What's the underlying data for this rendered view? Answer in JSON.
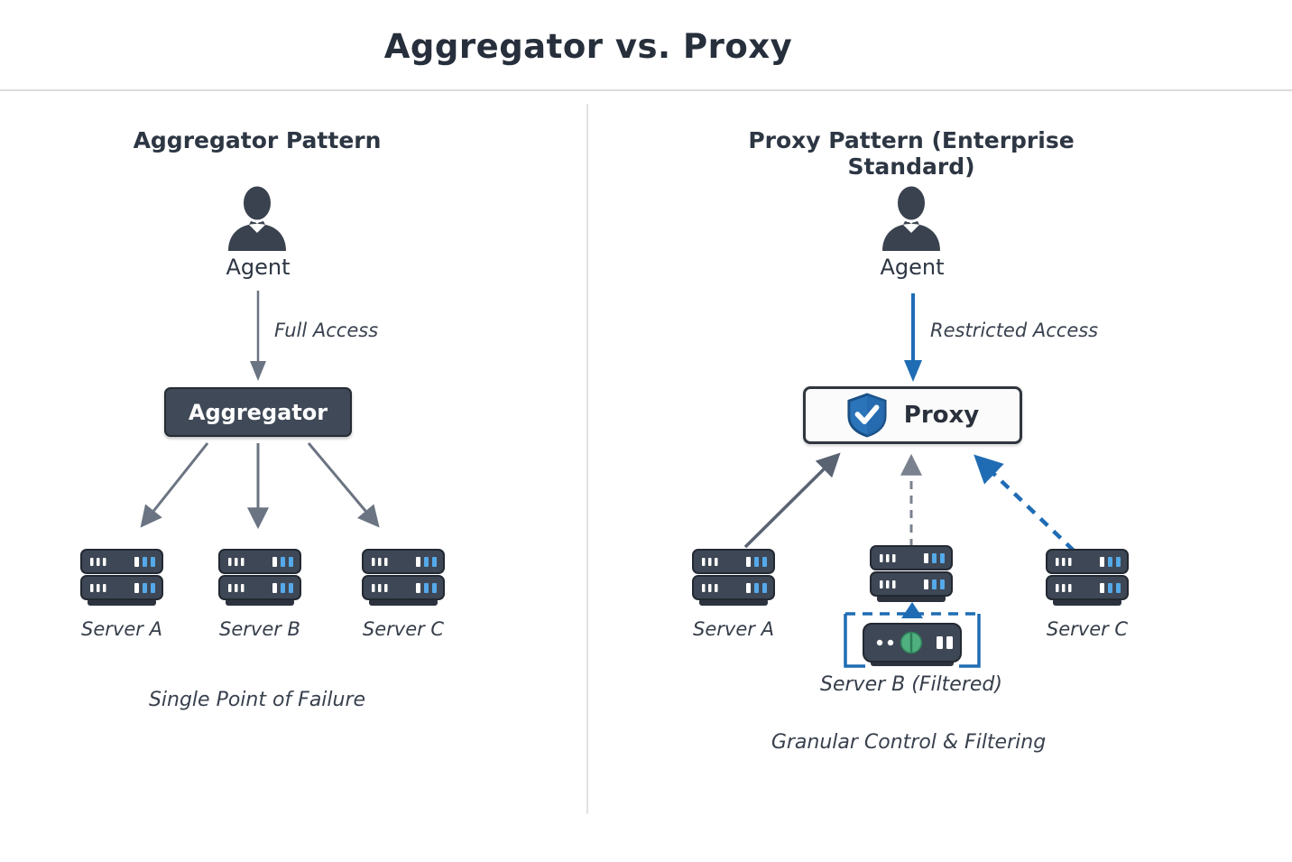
{
  "title": "Aggregator vs. Proxy",
  "colors": {
    "dark_box": "#3f4957",
    "accent_blue": "#1f6cb4",
    "arrow_gray": "#6b7482",
    "filter_green": "#4faf7f",
    "server_body": "#3e4755",
    "server_light_blue": "#55a9e9"
  },
  "left": {
    "heading": "Aggregator Pattern",
    "agent_label": "Agent",
    "arrow_label": "Full Access",
    "box_label": "Aggregator",
    "servers": [
      {
        "label": "Server A"
      },
      {
        "label": "Server B"
      },
      {
        "label": "Server C"
      }
    ],
    "caption": "Single Point of Failure"
  },
  "right": {
    "heading": "Proxy Pattern (Enterprise Standard)",
    "agent_label": "Agent",
    "arrow_label": "Restricted Access",
    "box_label": "Proxy",
    "servers": [
      {
        "label": "Server A"
      },
      {
        "label": "Server B (Filtered)"
      },
      {
        "label": "Server C"
      }
    ],
    "caption": "Granular Control & Filtering"
  }
}
